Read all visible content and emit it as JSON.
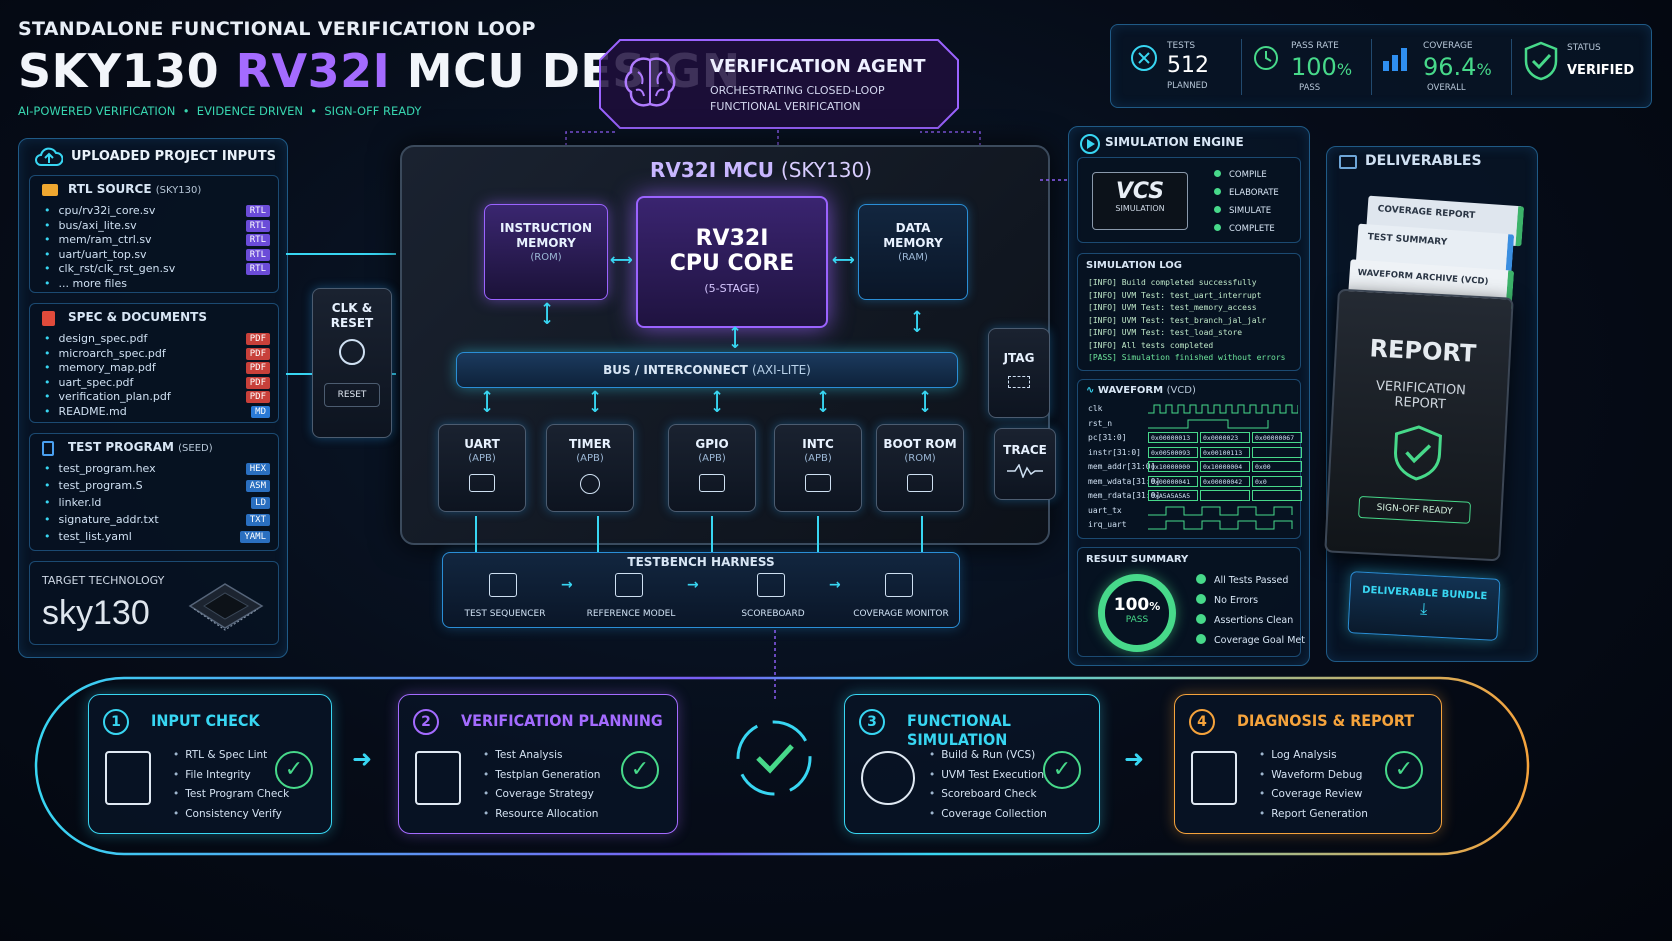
{
  "header": {
    "kicker": "STANDALONE FUNCTIONAL VERIFICATION LOOP",
    "title_a": "SKY130 ",
    "title_b": "RV32I",
    "title_c": " MCU DESIGN",
    "tagline": "AI-POWERED VERIFICATION  •  EVIDENCE DRIVEN  •  SIGN-OFF READY"
  },
  "agent": {
    "title": "VERIFICATION AGENT",
    "subtitle_1": "ORCHESTRATING CLOSED-LOOP",
    "subtitle_2": "FUNCTIONAL VERIFICATION",
    "icon": "brain-icon"
  },
  "stats": {
    "tests_label": "TESTS",
    "tests_value": "512",
    "tests_sub": "PLANNED",
    "pass_label": "PASS RATE",
    "pass_value": "100",
    "pass_unit": "%",
    "pass_sub": "PASS",
    "cov_label": "COVERAGE",
    "cov_value": "96.4",
    "cov_unit": "%",
    "cov_sub": "OVERALL",
    "status_label": "STATUS",
    "status_value": "VERIFIED"
  },
  "inputs": {
    "title": "UPLOADED PROJECT INPUTS",
    "rtl": {
      "title": "RTL SOURCE",
      "title_sub": "(SKY130)",
      "files": [
        {
          "name": "cpu/rv32i_core.sv",
          "tag": "RTL"
        },
        {
          "name": "bus/axi_lite.sv",
          "tag": "RTL"
        },
        {
          "name": "mem/ram_ctrl.sv",
          "tag": "RTL"
        },
        {
          "name": "uart/uart_top.sv",
          "tag": "RTL"
        },
        {
          "name": "clk_rst/clk_rst_gen.sv",
          "tag": "RTL"
        },
        {
          "name": "... more files",
          "tag": ""
        }
      ]
    },
    "spec": {
      "title": "SPEC & DOCUMENTS",
      "files": [
        {
          "name": "design_spec.pdf",
          "tag": "PDF"
        },
        {
          "name": "microarch_spec.pdf",
          "tag": "PDF"
        },
        {
          "name": "memory_map.pdf",
          "tag": "PDF"
        },
        {
          "name": "uart_spec.pdf",
          "tag": "PDF"
        },
        {
          "name": "verification_plan.pdf",
          "tag": "PDF"
        },
        {
          "name": "README.md",
          "tag": "MD"
        }
      ]
    },
    "test": {
      "title": "TEST PROGRAM",
      "title_sub": "(SEED)",
      "files": [
        {
          "name": "test_program.hex",
          "tag": "HEX"
        },
        {
          "name": "test_program.S",
          "tag": "ASM"
        },
        {
          "name": "linker.ld",
          "tag": "LD"
        },
        {
          "name": "signature_addr.txt",
          "tag": "TXT"
        },
        {
          "name": "test_list.yaml",
          "tag": "YAML"
        }
      ]
    },
    "target": {
      "label": "TARGET TECHNOLOGY",
      "value": "sky130"
    }
  },
  "mcu": {
    "title": "RV32I MCU",
    "title_sub": "(SKY130)",
    "core": {
      "line1": "RV32I",
      "line2": "CPU CORE",
      "sub": "(5-STAGE)"
    },
    "imem": {
      "line1": "INSTRUCTION",
      "line2": "MEMORY",
      "sub": "(ROM)"
    },
    "dmem": {
      "line1": "DATA",
      "line2": "MEMORY",
      "sub": "(RAM)"
    },
    "clk": {
      "line1": "CLK &",
      "line2": "RESET",
      "reset": "RESET"
    },
    "bus": {
      "label": "BUS / INTERCONNECT",
      "sub": "(AXI-LITE)"
    },
    "jtag": "JTAG",
    "trace": "TRACE",
    "periph": [
      {
        "name": "UART",
        "sub": "(APB)",
        "icon": "serial-port-icon"
      },
      {
        "name": "TIMER",
        "sub": "(APB)",
        "icon": "clock-icon"
      },
      {
        "name": "GPIO",
        "sub": "(APB)",
        "icon": "dots-grid-icon"
      },
      {
        "name": "INTC",
        "sub": "(APB)",
        "icon": "interrupt-icon"
      },
      {
        "name": "BOOT ROM",
        "sub": "(ROM)",
        "icon": "chip-icon"
      }
    ],
    "tb": {
      "title": "TESTBENCH HARNESS",
      "items": [
        "TEST SEQUENCER",
        "REFERENCE MODEL",
        "SCOREBOARD",
        "COVERAGE MONITOR"
      ]
    }
  },
  "sim": {
    "title": "SIMULATION ENGINE",
    "tool": "VCS",
    "tool_sub": "SIMULATION",
    "phases": [
      "COMPILE",
      "ELABORATE",
      "SIMULATE",
      "COMPLETE"
    ],
    "log_title": "SIMULATION LOG",
    "log": [
      "[INFO] Build completed successfully",
      "[INFO] UVM Test: test_uart_interrupt",
      "[INFO] UVM Test: test_memory_access",
      "[INFO] UVM Test: test_branch_jal_jalr",
      "[INFO] UVM Test: test_load_store",
      "[INFO] All tests completed",
      "[PASS] Simulation finished without errors"
    ],
    "wave_title": "WAVEFORM",
    "wave_sub": "(VCD)",
    "signals": [
      {
        "name": "clk",
        "vals": []
      },
      {
        "name": "rst_n",
        "vals": []
      },
      {
        "name": "pc[31:0]",
        "vals": [
          "0x00000013",
          "0x0000023",
          "0x00000067"
        ]
      },
      {
        "name": "instr[31:0]",
        "vals": [
          "0x00500093",
          "0x00100113",
          ""
        ]
      },
      {
        "name": "mem_addr[31:0]",
        "vals": [
          "0x10000000",
          "0x10000004",
          "0x00"
        ]
      },
      {
        "name": "mem_wdata[31:0]",
        "vals": [
          "0x00000041",
          "0x00000042",
          "0x0"
        ]
      },
      {
        "name": "mem_rdata[31:0]",
        "vals": [
          "0xA5A5A5A5",
          "",
          ""
        ]
      },
      {
        "name": "uart_tx",
        "vals": []
      },
      {
        "name": "irq_uart",
        "vals": []
      }
    ],
    "result_title": "RESULT SUMMARY",
    "result_value": "100",
    "result_unit": "%",
    "result_sub": "PASS",
    "results": [
      "All Tests Passed",
      "No Errors",
      "Assertions Clean",
      "Coverage Goal Met"
    ]
  },
  "deliverables": {
    "title": "DELIVERABLES",
    "docs": [
      "COVERAGE REPORT",
      "TEST SUMMARY",
      "WAVEFORM ARCHIVE (VCD)"
    ],
    "report_title": "REPORT",
    "report_sub_1": "VERIFICATION",
    "report_sub_2": "REPORT",
    "report_badge": "SIGN-OFF READY",
    "bundle": "DELIVERABLE BUNDLE"
  },
  "steps": [
    {
      "num": "1",
      "title": "INPUT CHECK",
      "items": [
        "RTL & Spec Lint",
        "File Integrity",
        "Test Program Check",
        "Consistency Verify"
      ]
    },
    {
      "num": "2",
      "title": "VERIFICATION PLANNING",
      "items": [
        "Test Analysis",
        "Testplan Generation",
        "Coverage Strategy",
        "Resource Allocation"
      ]
    },
    {
      "num": "3",
      "title": "FUNCTIONAL SIMULATION",
      "items": [
        "Build & Run (VCS)",
        "UVM Test Execution",
        "Scoreboard Check",
        "Coverage Collection"
      ]
    },
    {
      "num": "4",
      "title": "DIAGNOSIS & REPORT",
      "items": [
        "Log Analysis",
        "Waveform Debug",
        "Coverage Review",
        "Report Generation"
      ]
    }
  ],
  "colors": {
    "cyan": "#38d6f2",
    "purple": "#a46bff",
    "green": "#47d98a",
    "orange": "#f5a33c"
  }
}
